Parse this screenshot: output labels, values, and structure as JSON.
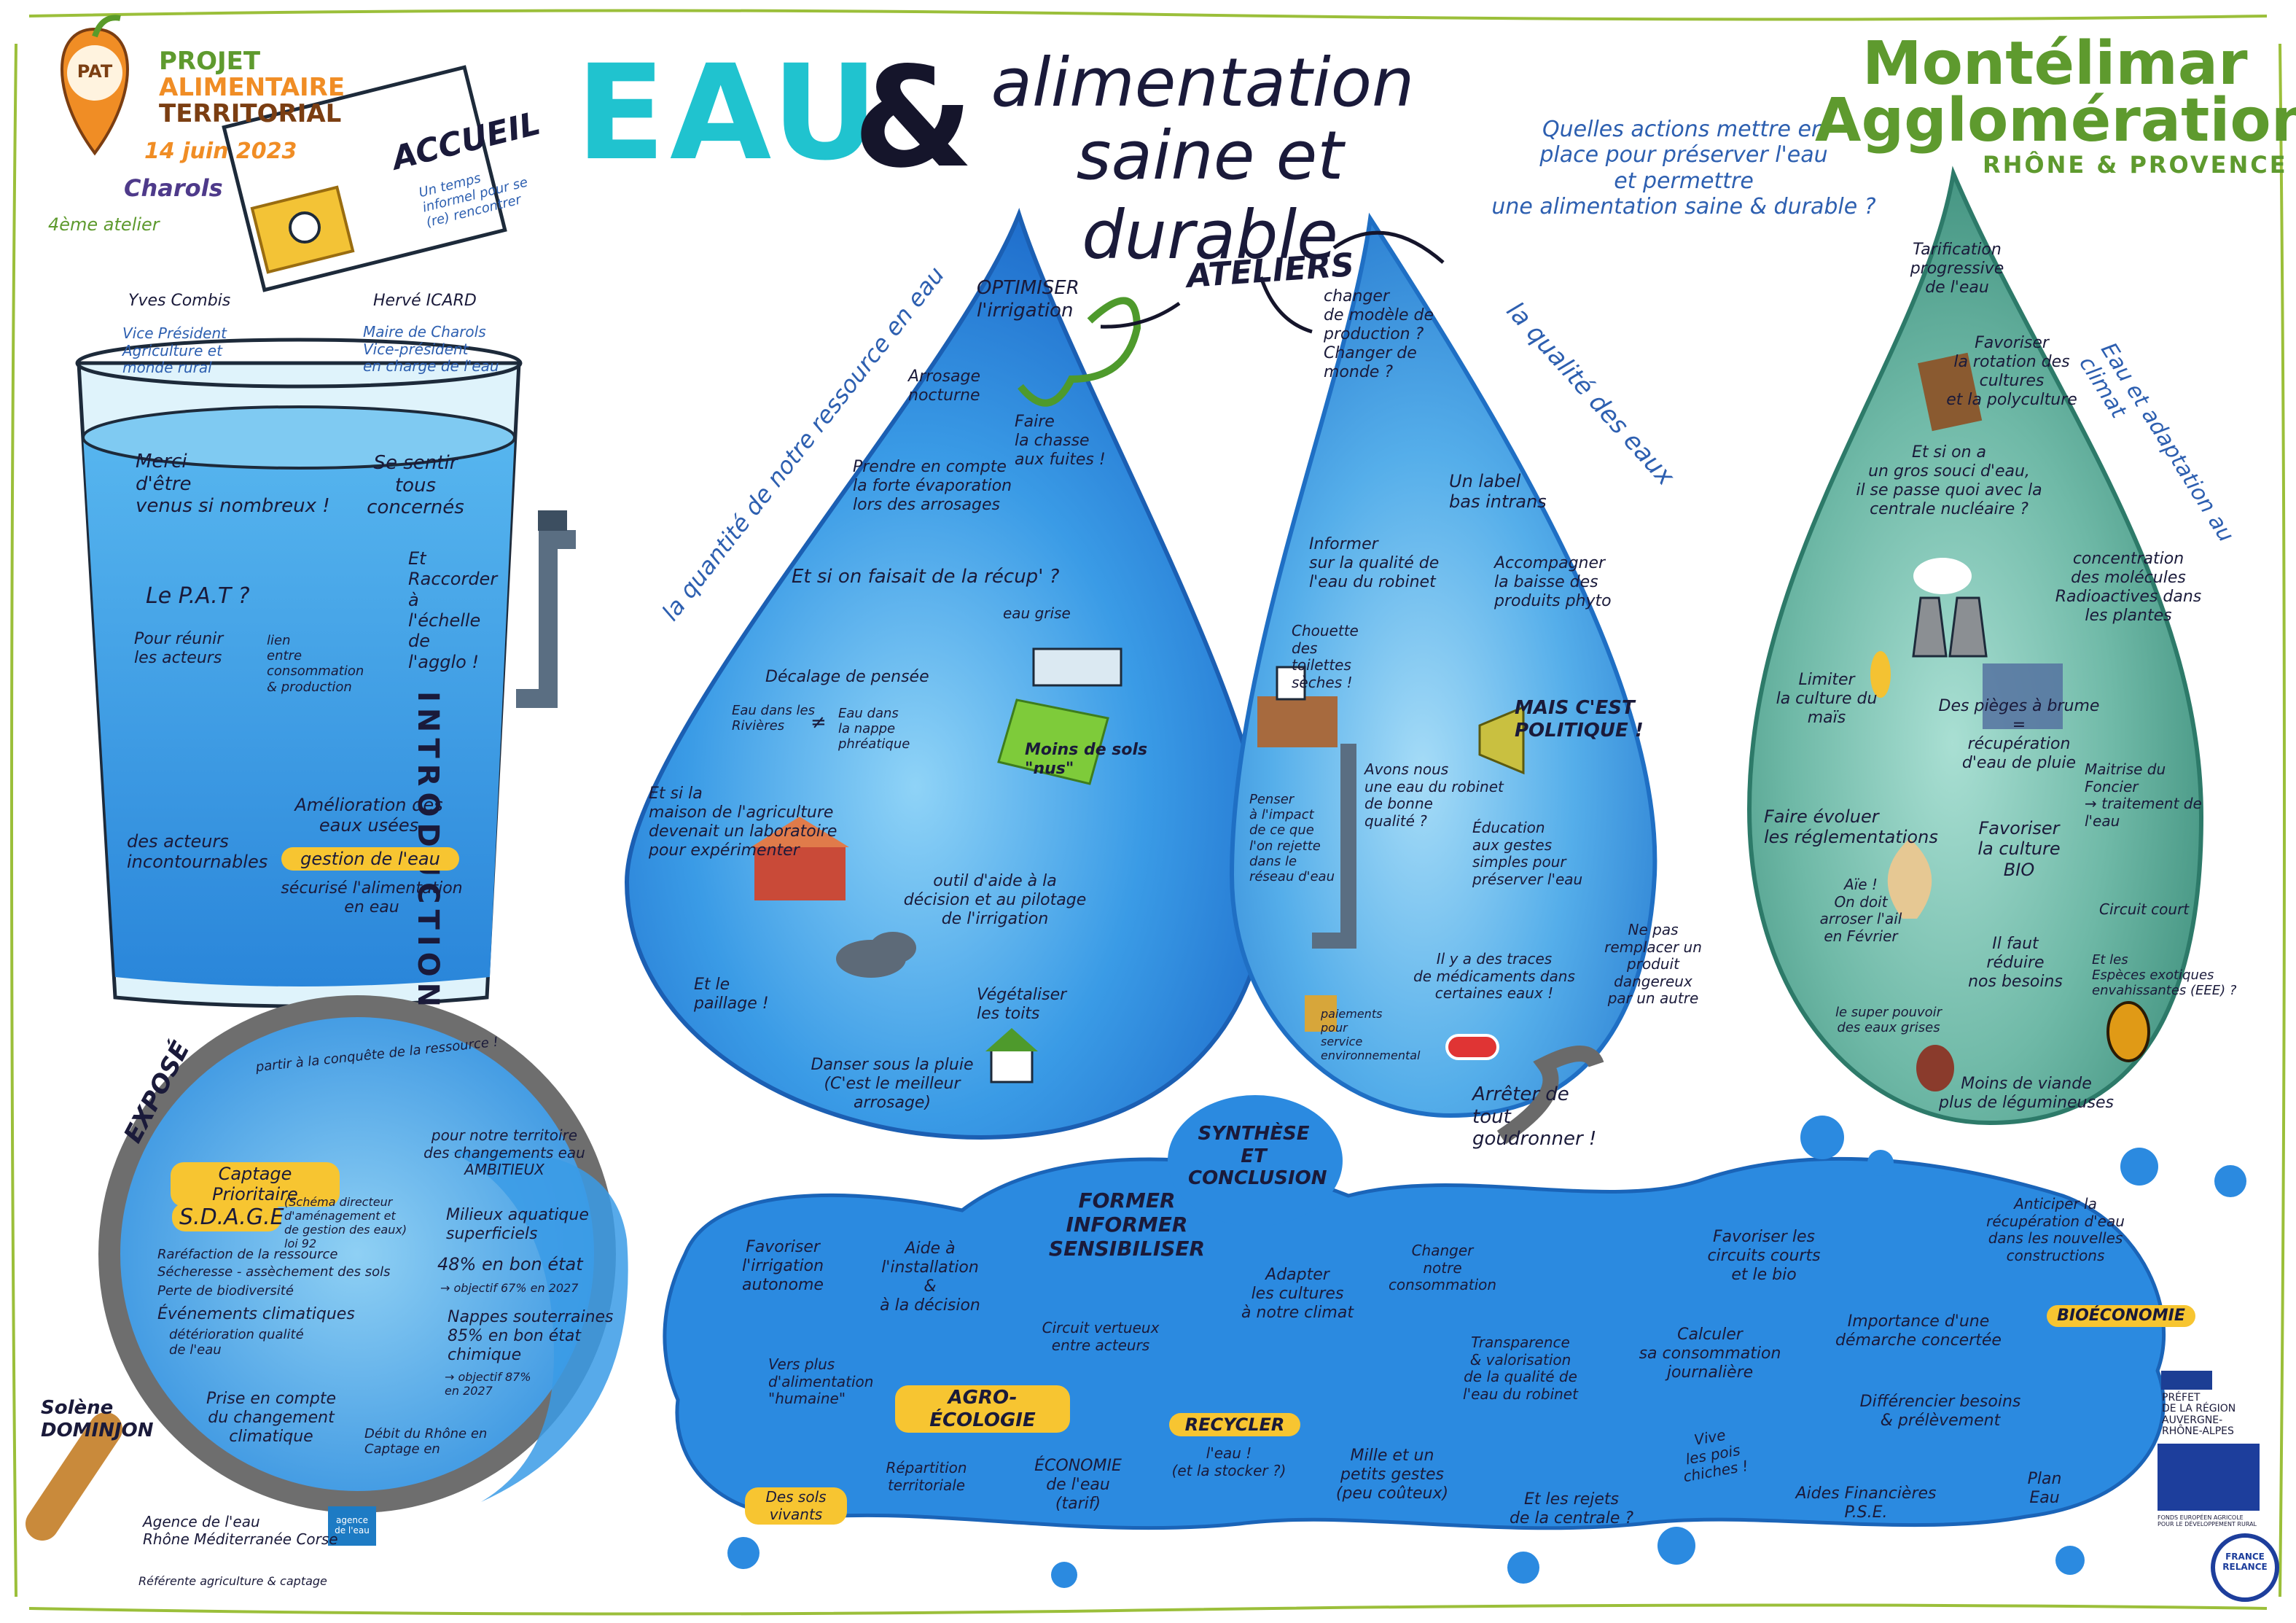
{
  "title": {
    "eau": "EAU",
    "amp": "&",
    "line1": "alimentation",
    "line2": "saine et durable"
  },
  "question": "Quelles actions mettre en\nplace pour préserver l'eau\net permettre\nune alimentation saine & durable ?",
  "logo_pat": {
    "line1": "PROJET",
    "line2": "ALIMENTAIRE",
    "line3": "TERRITORIAL",
    "pin": "PAT"
  },
  "event": {
    "date": "14 juin 2023",
    "place": "Charols",
    "workshop": "4ème atelier"
  },
  "brand": {
    "line1": "Montélimar",
    "line2": "Agglomération",
    "line3": "RHÔNE & PROVENCE",
    "color": "#5e9a2e"
  },
  "accueil": {
    "title": "ACCUEIL",
    "text": "Un temps\ninformel pour se\n(re) rencontrer"
  },
  "people": {
    "p1_name": "Yves Combis",
    "p1_role": "Vice Président\nAgriculture et\nmonde rural",
    "p2_name": "Hervé ICARD",
    "p2_role": "Maire de Charols\nVice-président\nen charge de l'eau"
  },
  "intro": {
    "label": "INTRODUCTION",
    "merci": "Merci\nd'être\nvenus si nombreux !",
    "concernes": "Se sentir\ntous\nconcernés",
    "pat": "Le P.A.T ?",
    "reunir": "Pour réunir\nles acteurs",
    "lien": "lien\nentre\nconsommation\n& production",
    "raccorder": "Et\nRaccorder\nà\nl'échelle\nde\nl'agglo !",
    "acteurs": "des acteurs\nincontournables",
    "pill1": "Amélioration des\neaux usées",
    "pill2": "gestion de l'eau",
    "pill3": "sécurisé l'alimentation\nen eau"
  },
  "expose": {
    "label": "EXPOSÉ",
    "arc": "partir à la conquête de la ressource !",
    "captage": "Captage Prioritaire",
    "sdage": "S.D.A.G.E",
    "sdage_def": "(Schéma directeur\nd'aménagement et\nde gestion des eaux)\nloi 92",
    "bullets": [
      "Raréfaction de la ressource",
      "Sécheresse - assèchement des sols",
      "Perte de biodiversité",
      "Événements climatiques",
      "détérioration qualité\nde l'eau"
    ],
    "territoire": "pour notre territoire\ndes changements eau\nAMBITIEUX",
    "milieux": "Milieux aquatique\nsuperficiels",
    "m48": "48% en bon état",
    "m48obj": "→ objectif 67% en 2027",
    "nappes": "Nappes souterraines\n85% en bon état\nchimique",
    "nappesobj": "→ objectif 87%\nen 2027",
    "changement": "Prise en compte\ndu changement\nclimatique",
    "rhone": "Débit du Rhône en\nCaptage en",
    "speaker": "Solène\nDOMINJON",
    "agence": "Agence de l'eau\nRhône Méditerranée Corse",
    "referente": "Référente agriculture & captage",
    "agence_logo": "agence de l'eau"
  },
  "ateliers": {
    "label": "ATELIERS"
  },
  "drop1": {
    "arc": "la quantité de notre ressource en eau",
    "optimiser": "OPTIMISER\nl'irrigation",
    "arrosage": "Arrosage\nnocturne",
    "fuites": "Faire\nla chasse\naux fuites !",
    "evaporation": "Prendre en compte\nla forte évaporation\nlors des arrosages",
    "recup": "Et si on faisait de la récup' ?",
    "grise": "eau grise",
    "decalage": "Décalage de pensée",
    "rivieres": "Eau dans les\nRivières",
    "neq": "≠",
    "nappe": "Eau dans\nla nappe\nphréatique",
    "moins_sols": "Moins de sols\n\"nus\"",
    "maison": "Et si la\nmaison de l'agriculture\ndevenait un laboratoire\npour expérimenter",
    "outil": "outil d'aide à la\ndécision et au pilotage\nde l'irrigation",
    "paillage": "Et le\npaillage !",
    "danser": "Danser sous la pluie\n(C'est le meilleur\narrosage)",
    "vegetaliser": "Végétaliser\nles toits"
  },
  "drop2": {
    "arc": "la qualité des eaux",
    "changer": "changer\nde modèle de\nproduction ?\nChanger de\nmonde ?",
    "label": "Un label\nbas intrans",
    "informer": "Informer\nsur la qualité de\nl'eau du robinet",
    "accompagner": "Accompagner\nla baisse des\nproduits phyto",
    "toilettes": "Chouette\ndes\ntoilettes\nsèches !",
    "politique": "MAIS C'EST\nPOLITIQUE !",
    "avons": "Avons nous\nune eau du robinet\nde bonne\nqualité ?",
    "penser": "Penser\nà l'impact\nde ce que\nl'on rejette\ndans le\nréseau d'eau",
    "education": "Éducation\naux gestes\nsimples pour\npréserver l'eau",
    "remplacer": "Ne pas\nremplacer un\nproduit dangereux\npar un autre",
    "traces": "Il y a des traces\nde médicaments dans\ncertaines eaux !",
    "paiements": "paiements\npour\nservice\nenvironnemental",
    "goudronner": "Arrêter de\ntout\ngoudronner !"
  },
  "drop3": {
    "arc": "Eau et adaptation au climat",
    "tarification": "Tarification\nprogressive\nde l'eau",
    "rotation": "Favoriser\nla rotation des\ncultures\net la polyculture",
    "souci": "Et si on a\nun gros souci d'eau,\nil se passe quoi avec la\ncentrale nucléaire ?",
    "concentration": "concentration\ndes molécules\nRadioactives dans\nles plantes",
    "limiter": "Limiter\nla culture du\nmaïs",
    "pieges": "Des pièges à brume\n=\nrécupération\nd'eau de pluie",
    "maitrise": "Maitrise du\nFoncier\n→ traitement de\nl'eau",
    "reglementations": "Faire évoluer\nles réglementations",
    "bio": "Favoriser\nla culture\nBIO",
    "aie": "Aïe !\nOn doit\narroser l'ail\nen Février",
    "circuit": "Circuit court",
    "reduire": "Il faut\nréduire\nnos besoins",
    "especes": "Et les\nEspèces exotiques\nenvahissantes (EEE) ?",
    "super": "le super pouvoir\ndes eaux grises",
    "viande": "Moins de viande\nplus de légumineuses"
  },
  "synthese": {
    "title": "SYNTHÈSE\nET\nCONCLUSION",
    "irrigation": "Favoriser\nl'irrigation\nautonome",
    "aide": "Aide à\nl'installation\n&\nà la décision",
    "former": "FORMER\nINFORMER\nSENSIBILISER",
    "cercle": "Circuit vertueux\nentre acteurs",
    "adapter": "Adapter\nles cultures\nà notre climat",
    "consommation": "Changer\nnotre\nconsommation",
    "circuits": "Favoriser les\ncircuits courts\net le bio",
    "anticiper": "Anticiper la\nrécupération d'eau\ndans les nouvelles\nconstructions",
    "alimentation": "Vers plus\nd'alimentation\n\"humaine\"",
    "agro": "AGRO-ÉCOLOGIE",
    "transparence": "Transparence\n& valorisation\nde la qualité de\nl'eau du robinet",
    "calculer": "Calculer\nsa consommation\njournalière",
    "concertee": "Importance d'une\ndémarche concertée",
    "bioeco": "BIOÉCONOMIE",
    "differencier": "Différencier besoins\n& prélèvement",
    "recycler": "RECYCLER",
    "stocker": "l'eau !\n(et la stocker ?)",
    "economie": "ÉCONOMIE\nde l'eau\n(tarif)",
    "repartition": "Répartition\nterritoriale",
    "sols": "Des sols\nvivants",
    "gestes": "Mille et un\npetits gestes\n(peu coûteux)",
    "rejets": "Et les rejets\nde la centrale ?",
    "pois": "Vive\nles pois\nchiches !",
    "aides": "Aides Financières\nP.S.E.",
    "plan": "Plan\nEau"
  },
  "partners": {
    "prefet": "PRÉFET\nDE LA RÉGION\nAUVERGNE-\nRHÔNE-ALPES",
    "fonds": "FONDS EUROPÉEN AGRICOLE\nPOUR LE DÉVELOPPEMENT RURAL",
    "relance": "FRANCE\nRELANCE"
  }
}
